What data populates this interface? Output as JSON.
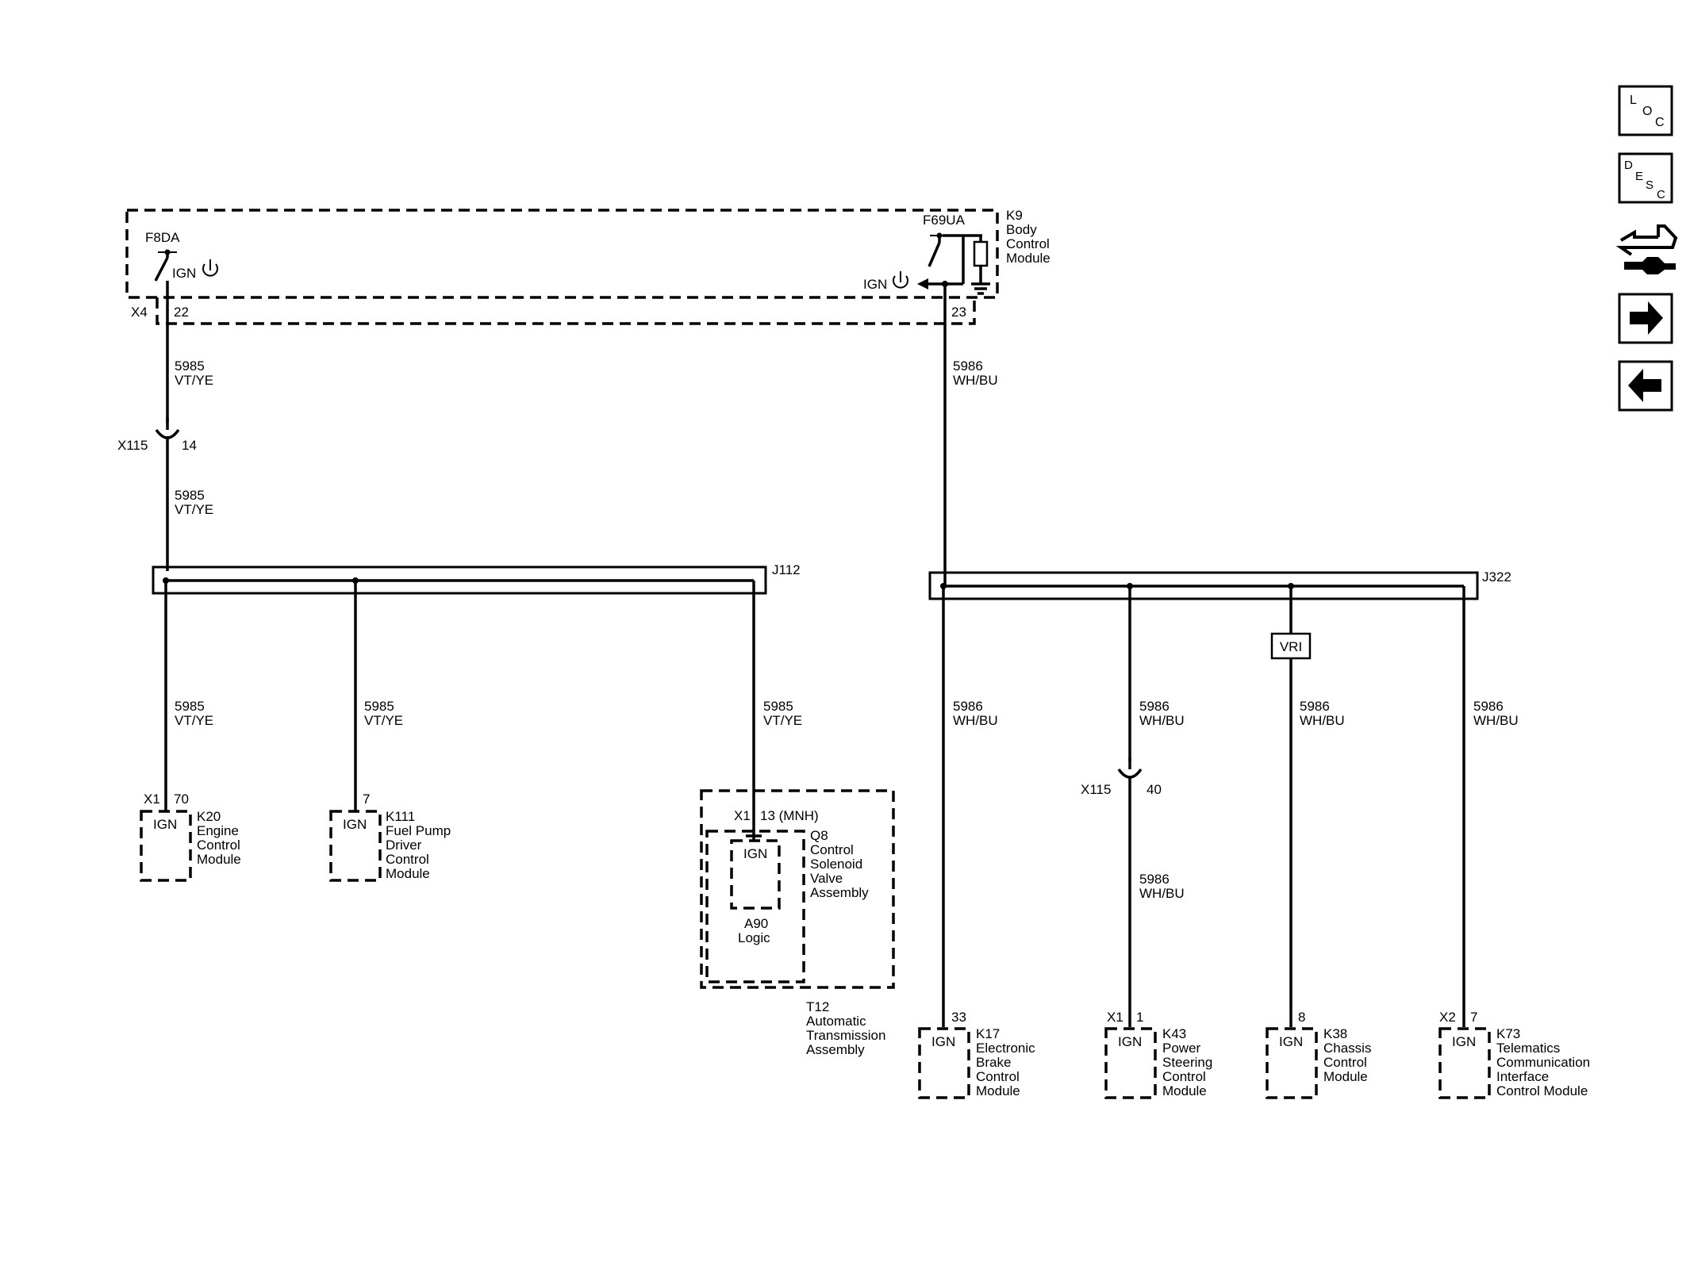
{
  "components": {
    "k9": {
      "ref": "K9",
      "name": [
        "Body",
        "Control",
        "Module"
      ],
      "connector": "X4",
      "fuse1": "F8DA",
      "fuse2": "F69UA",
      "pin1": "22",
      "pin2": "23",
      "ign": "IGN"
    },
    "x115_top": {
      "ref": "X115",
      "pin": "14"
    },
    "x115_right": {
      "ref": "X115",
      "pin": "40"
    },
    "j112": {
      "ref": "J112"
    },
    "j322": {
      "ref": "J322"
    },
    "vri": {
      "label": "VRI"
    },
    "k20": {
      "connector": "X1",
      "pin": "70",
      "ign": "IGN",
      "ref": "K20",
      "name": [
        "Engine",
        "Control",
        "Module"
      ]
    },
    "k111": {
      "pin": "7",
      "ign": "IGN",
      "ref": "K111",
      "name": [
        "Fuel Pump",
        "Driver",
        "Control",
        "Module"
      ]
    },
    "t12": {
      "connector": "X1",
      "pin": "13 (MNH)",
      "ign": "IGN",
      "a90": [
        "A90",
        "Logic"
      ],
      "q8": [
        "Q8",
        "Control",
        "Solenoid",
        "Valve",
        "Assembly"
      ],
      "name": [
        "T12",
        "Automatic",
        "Transmission",
        "Assembly"
      ]
    },
    "k17": {
      "pin": "33",
      "ign": "IGN",
      "ref": "K17",
      "name": [
        "Electronic",
        "Brake",
        "Control",
        "Module"
      ]
    },
    "k43": {
      "connector": "X1",
      "pin": "1",
      "ign": "IGN",
      "ref": "K43",
      "name": [
        "Power",
        "Steering",
        "Control",
        "Module"
      ]
    },
    "k38": {
      "pin": "8",
      "ign": "IGN",
      "ref": "K38",
      "name": [
        "Chassis",
        "Control",
        "Module"
      ]
    },
    "k73": {
      "connector": "X2",
      "pin": "7",
      "ign": "IGN",
      "ref": "K73",
      "name": [
        "Telematics",
        "Communication",
        "Interface",
        "Control Module"
      ]
    }
  },
  "wires": {
    "c5985": {
      "circuit": "5985",
      "color": "VT/YE"
    },
    "c5986": {
      "circuit": "5986",
      "color": "WH/BU"
    }
  },
  "nav": {
    "loc": {
      "letters": [
        "L",
        "O",
        "C"
      ],
      "icon": "location-icon"
    },
    "desc": {
      "letters": [
        "D",
        "E",
        "S",
        "C"
      ],
      "icon": "description-icon"
    },
    "connector": {
      "icon": "connector-tool-icon"
    },
    "next": {
      "icon": "arrow-right-icon"
    },
    "prev": {
      "icon": "arrow-left-icon"
    }
  }
}
